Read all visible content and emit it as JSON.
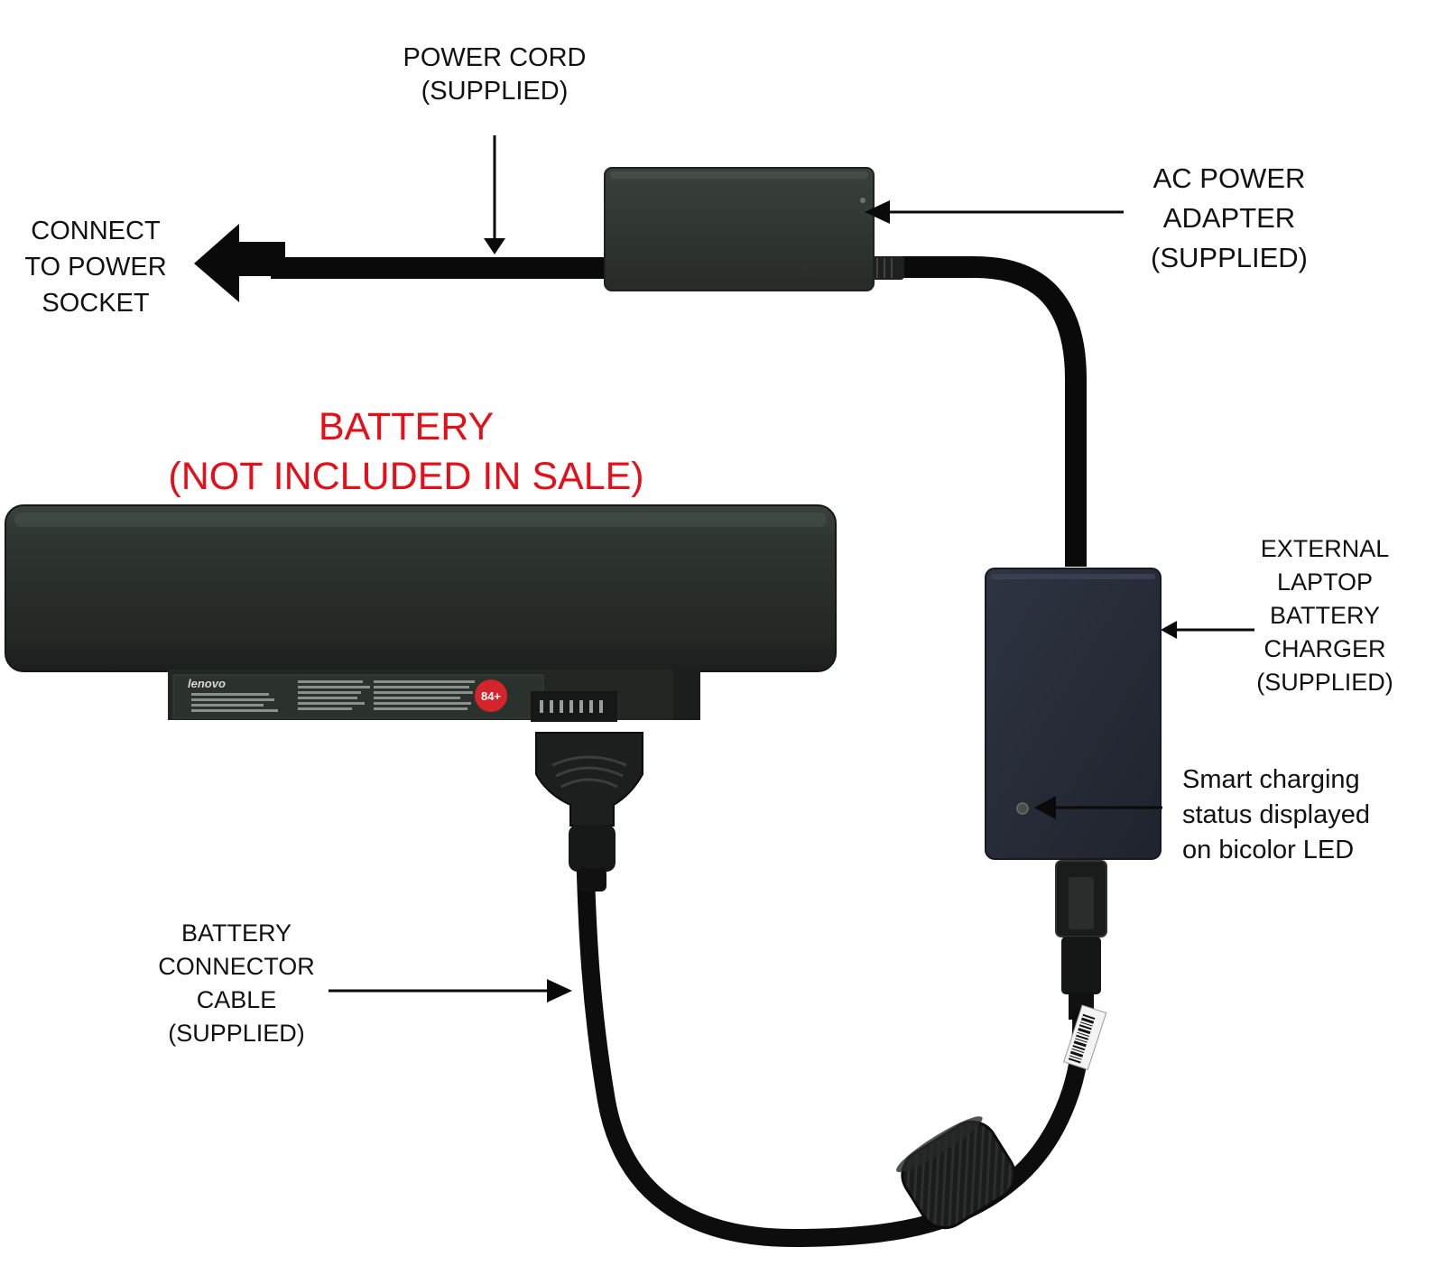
{
  "labels": {
    "power_cord": [
      "POWER CORD",
      "(SUPPLIED)"
    ],
    "connect_socket": [
      "CONNECT",
      "TO POWER",
      "SOCKET"
    ],
    "ac_adapter": [
      "AC POWER",
      "ADAPTER",
      "(SUPPLIED)"
    ],
    "battery": [
      "BATTERY",
      "(NOT INCLUDED IN SALE)"
    ],
    "external_charger": [
      "EXTERNAL",
      "LAPTOP",
      "BATTERY",
      "CHARGER",
      "(SUPPLIED)"
    ],
    "smart_charging": [
      "Smart charging",
      "status displayed",
      "on bicolor LED"
    ],
    "connector_cable": [
      "BATTERY",
      "CONNECTOR",
      "CABLE",
      "(SUPPLIED)"
    ]
  },
  "battery_sticker": {
    "brand": "lenovo",
    "badge": "84+"
  },
  "colors": {
    "annotation_red": "#e3101a",
    "text": "#111111",
    "device_dark": "#2a302c",
    "charger_blue_black": "#262a36",
    "cable": "#0a0a0a"
  }
}
